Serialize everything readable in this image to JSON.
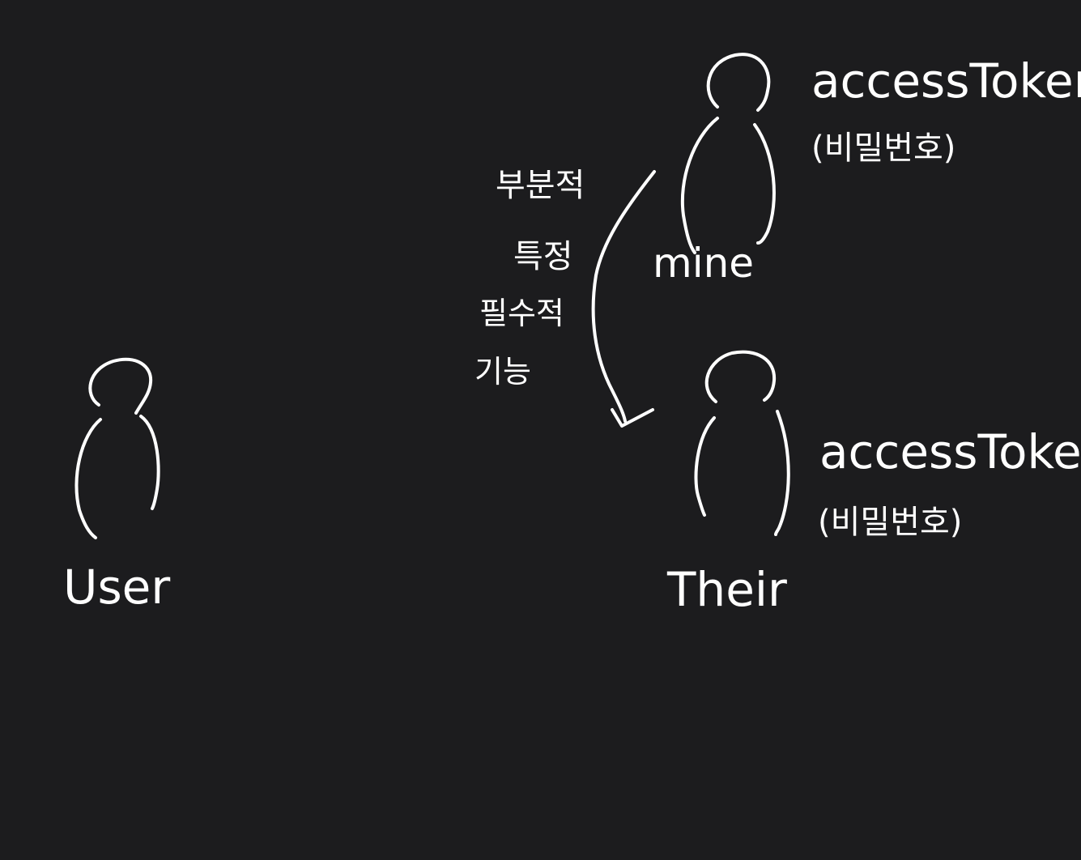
{
  "diagram": {
    "background_color": "#1c1c1e",
    "stroke_color": "#ffffff",
    "nodes": {
      "user": {
        "label": "User"
      },
      "mine": {
        "label": "mine",
        "token_label": "accessToken",
        "token_note": "(비밀번호)"
      },
      "their": {
        "label": "Their",
        "token_label": "accessToken",
        "token_note": "(비밀번호)"
      }
    },
    "arrow": {
      "from": "mine",
      "to": "their",
      "note_lines": [
        "부분적",
        "특정",
        "필수적",
        "기능"
      ]
    }
  }
}
